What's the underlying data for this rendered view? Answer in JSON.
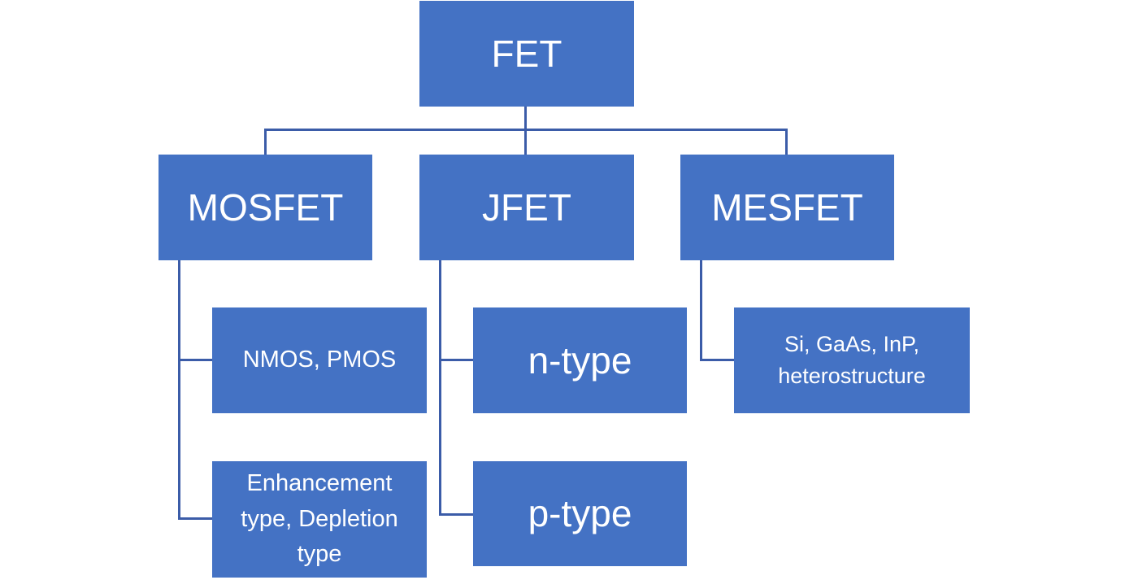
{
  "diagram": {
    "type": "hierarchy",
    "root": {
      "label": "FET",
      "children": [
        {
          "label": "MOSFET",
          "children": [
            {
              "label": "NMOS, PMOS"
            },
            {
              "label": "Enhancement type, Depletion type"
            }
          ]
        },
        {
          "label": "JFET",
          "children": [
            {
              "label": "n-type"
            },
            {
              "label": "p-type"
            }
          ]
        },
        {
          "label": "MESFET",
          "children": [
            {
              "label": "Si, GaAs, InP, heterostructure"
            }
          ]
        }
      ]
    },
    "colors": {
      "node_fill": "#4472C4",
      "connector": "#3B5CA8",
      "text": "#FFFFFF",
      "background": "#FFFFFF"
    }
  }
}
